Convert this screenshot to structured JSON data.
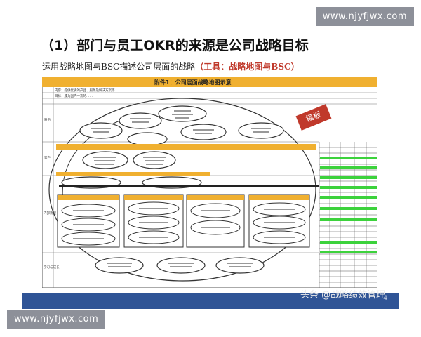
{
  "watermark_top": "www.njyfjwx.com",
  "watermark_bottom": "www.njyfjwx.com",
  "title": "（1）部门与员工OKR的来源是公司战略目标",
  "subtitle": "运用战略地图与BSC描述公司层面的战略",
  "subtitle_tool": "（工具：战略地图与BSC）",
  "doc": {
    "header": "附件1：公司层面战略地图示意",
    "row1": "内容：提供优质的产品、服务及解决方案等",
    "row2": "目标：成为国内一流的……",
    "rows": [
      "财务",
      "客户",
      "内部流程",
      "学习与成长"
    ],
    "stamp": "模板"
  },
  "footer_credit": "头条 @战略绩效管理",
  "page_number": "4",
  "colors": {
    "bar": "#2f5496",
    "header": "#f0b030",
    "green": "#3cd23c",
    "stamp": "#c0392b"
  }
}
